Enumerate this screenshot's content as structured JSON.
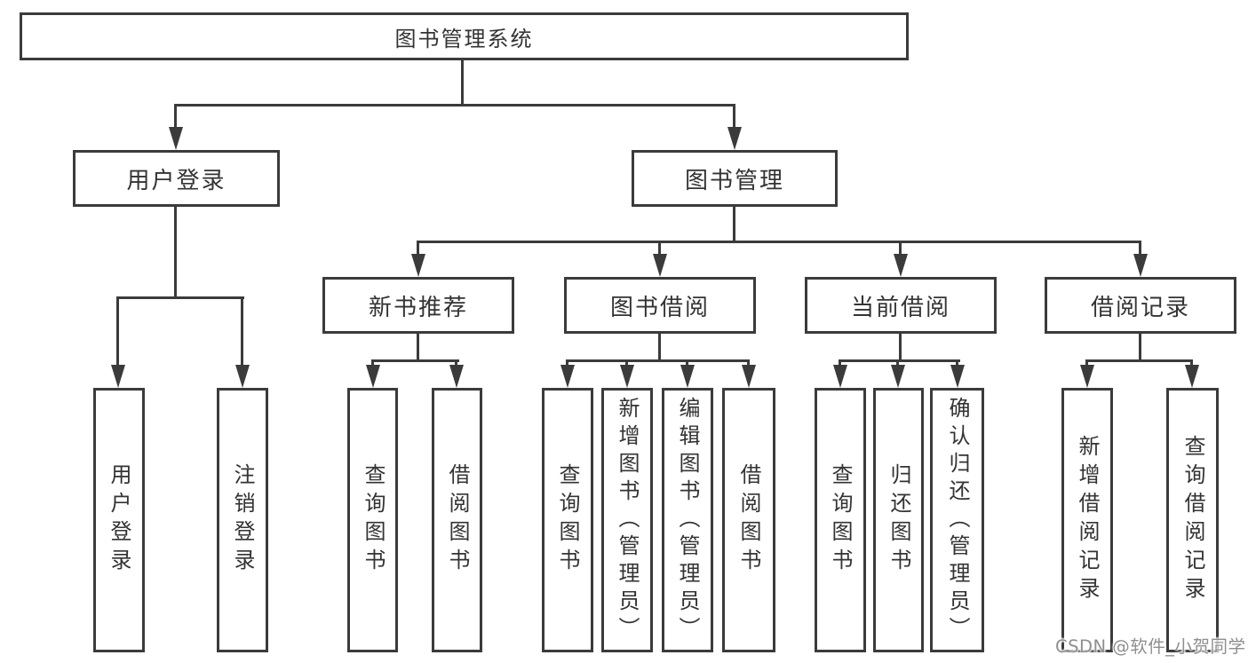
{
  "diagram": {
    "type": "org-tree",
    "tree": {
      "label": "图书管理系统",
      "children": [
        {
          "label": "用户登录",
          "children": [
            {
              "label": "用户登录"
            },
            {
              "label": "注销登录"
            }
          ]
        },
        {
          "label": "图书管理",
          "children": [
            {
              "label": "新书推荐",
              "children": [
                {
                  "label": "查询图书"
                },
                {
                  "label": "借阅图书"
                }
              ]
            },
            {
              "label": "图书借阅",
              "children": [
                {
                  "label": "查询图书"
                },
                {
                  "label": "新增图书（管理员）"
                },
                {
                  "label": "编辑图书（管理员）"
                },
                {
                  "label": "借阅图书"
                }
              ]
            },
            {
              "label": "当前借阅",
              "children": [
                {
                  "label": "查询图书"
                },
                {
                  "label": "归还图书"
                },
                {
                  "label": "确认归还（管理员）"
                }
              ]
            },
            {
              "label": "借阅记录",
              "children": [
                {
                  "label": "新增借阅记录"
                },
                {
                  "label": "查询借阅记录"
                }
              ]
            }
          ]
        }
      ]
    }
  },
  "watermark": {
    "text": "CSDN @软件_小贺同学"
  },
  "colors": {
    "line": "#3b3b3b",
    "text": "#333333",
    "box_fill": "#ffffff",
    "watermark": "#8f8f8f",
    "background": "#ffffff"
  }
}
